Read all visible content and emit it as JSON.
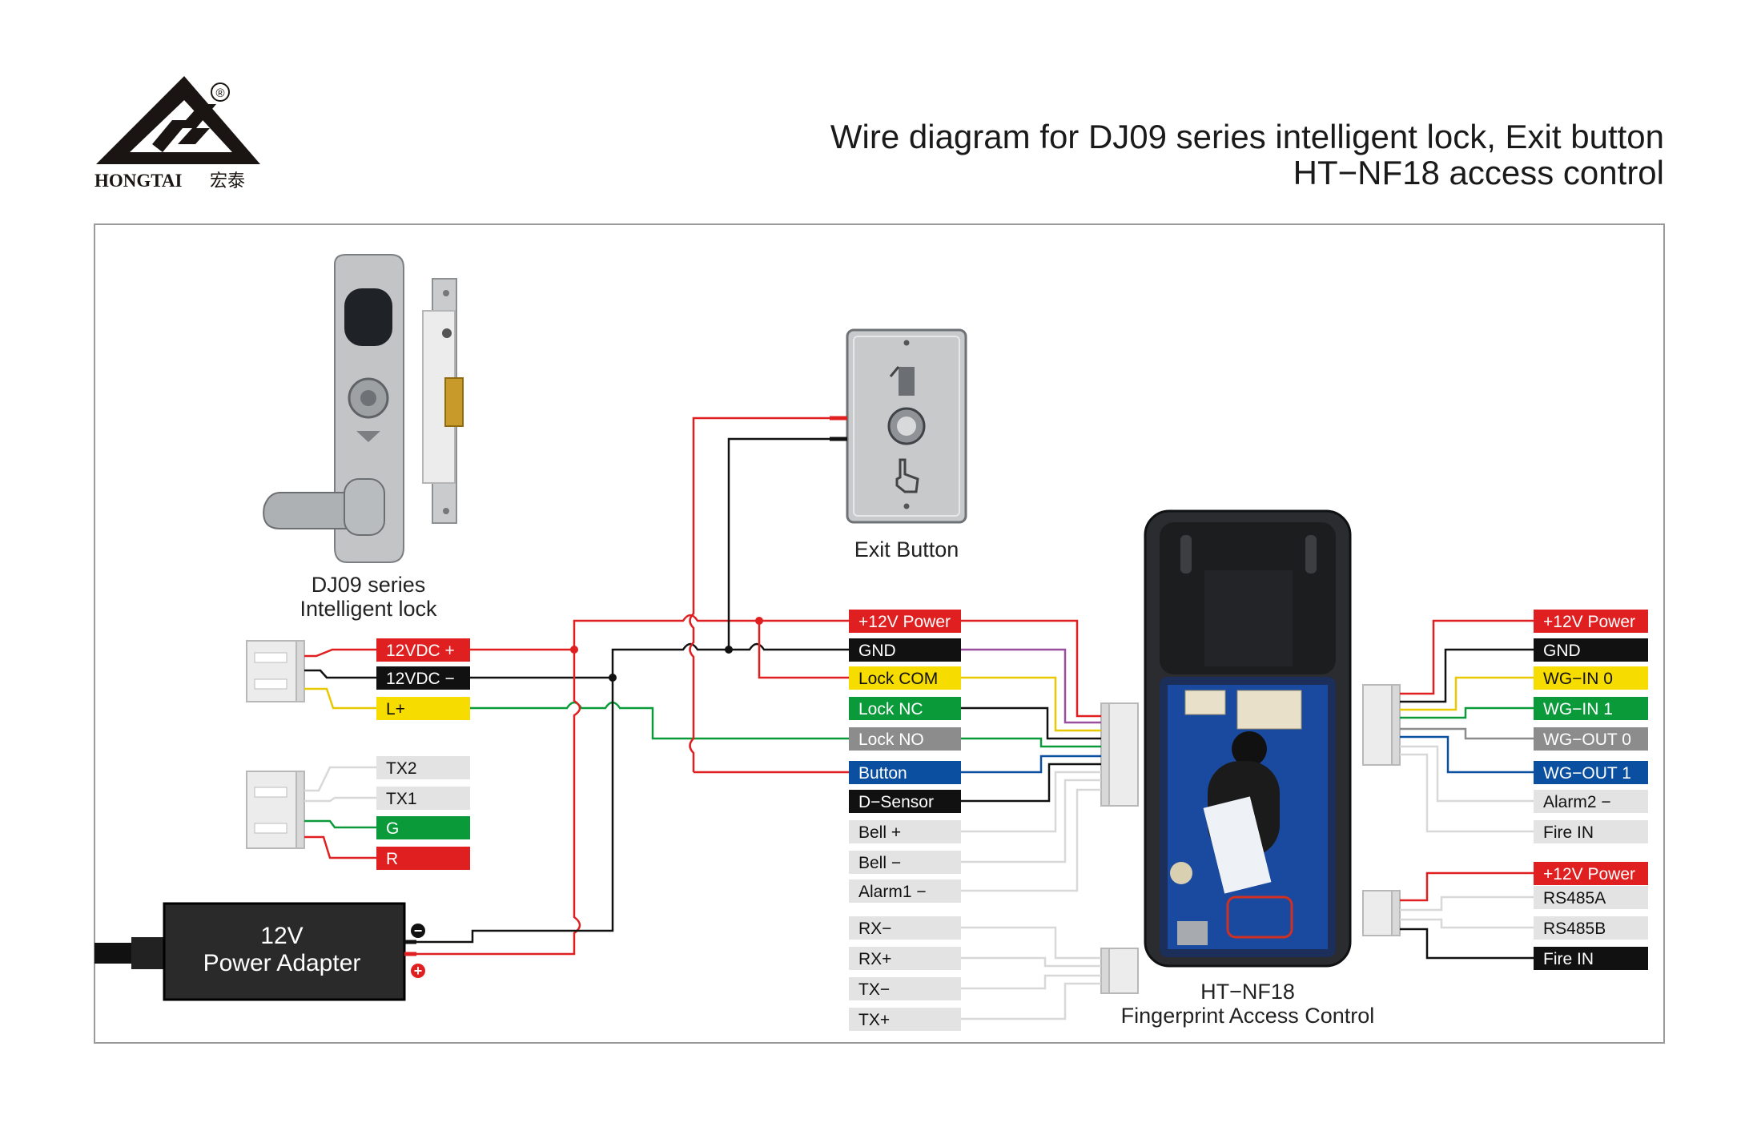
{
  "header": {
    "brand": "HONGTAI",
    "brand_cn": "宏泰",
    "registered": "®",
    "title_line1": "Wire diagram for DJ09 series intelligent lock, Exit button",
    "title_line2": "HT−NF18 access control"
  },
  "devices": {
    "lock_line1": "DJ09 series",
    "lock_line2": "Intelligent lock",
    "exit_button": "Exit Button",
    "controller_line1": "HT−NF18",
    "controller_line2": "Fingerprint Access Control",
    "adapter_line1": "12V",
    "adapter_line2": "Power Adapter",
    "adapter_neg": "−",
    "adapter_pos": "+"
  },
  "lock_labels": [
    "12VDC +",
    "12VDC −",
    "L+"
  ],
  "lock_aux_labels": [
    "TX2",
    "TX1",
    "G",
    "R"
  ],
  "controller_labels": [
    "+12V Power",
    "GND",
    "Lock COM",
    "Lock NC",
    "Lock NO",
    "Button",
    "D−Sensor",
    "Bell +",
    "Bell −",
    "Alarm1 −"
  ],
  "comm_labels": [
    "RX−",
    "RX+",
    "TX−",
    "TX+"
  ],
  "right_labels_a": [
    "+12V Power",
    "GND",
    "WG−IN 0",
    "WG−IN 1",
    "WG−OUT 0",
    "WG−OUT 1",
    "Alarm2 −",
    "Fire IN"
  ],
  "right_labels_b": [
    "+12V Power",
    "RS485A",
    "RS485B",
    "Fire IN"
  ],
  "colors": {
    "red": "#e02020",
    "black": "#111111",
    "yellow": "#f7dc00",
    "green": "#0a9a3a",
    "grey": "#8c8c8c",
    "blue": "#0b4fa0",
    "light": "#e3e3e3",
    "purple": "#9b4fa0"
  }
}
